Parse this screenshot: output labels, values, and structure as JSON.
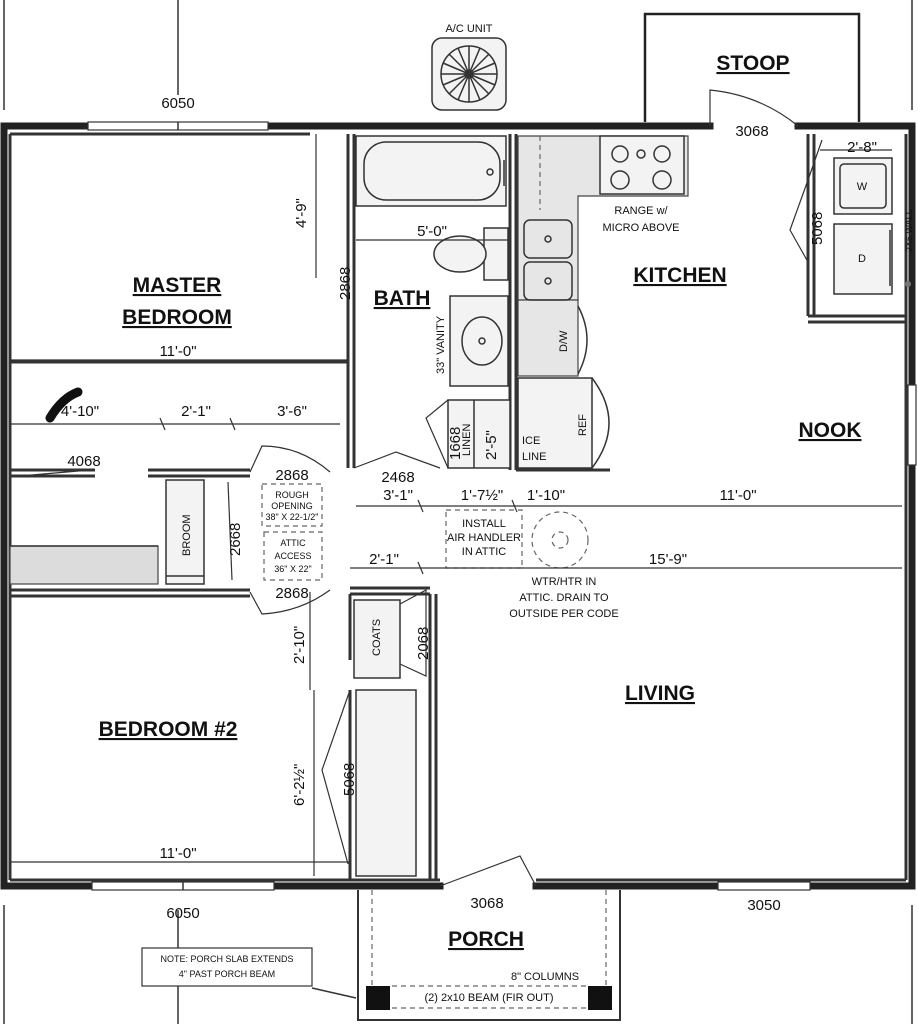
{
  "rooms": {
    "master_bedroom_line1": "MASTER",
    "master_bedroom_line2": "BEDROOM",
    "bath": "BATH",
    "kitchen": "KITCHEN",
    "nook": "NOOK",
    "living": "LIVING",
    "bedroom2": "BEDROOM #2",
    "stoop": "STOOP",
    "porch": "PORCH"
  },
  "labels": {
    "ac_unit": "A/C UNIT",
    "range_line1": "RANGE w/",
    "range_line2": "MICRO ABOVE",
    "vanity": "33\" VANITY",
    "dishwasher": "D/W",
    "refrigerator": "REF",
    "ice_line1": "ICE",
    "ice_line2": "LINE",
    "linen": "LINEN",
    "broom": "BROOM",
    "coats": "COATS",
    "washer": "W",
    "dryer": "D",
    "wall_2x6": "2X6 WALL",
    "rough_opening_1": "ROUGH",
    "rough_opening_2": "OPENING",
    "rough_opening_3": "38\" X 22-1/2\"",
    "attic_access_1": "ATTIC",
    "attic_access_2": "ACCESS",
    "attic_access_3": "36\" X 22\"",
    "air_handler_1": "INSTALL",
    "air_handler_2": "AIR HANDLER",
    "air_handler_3": "IN ATTIC",
    "wtr_htr_1": "WTR/HTR IN",
    "wtr_htr_2": "ATTIC. DRAIN TO",
    "wtr_htr_3": "OUTSIDE PER CODE",
    "note_1": "NOTE: PORCH SLAB EXTENDS",
    "note_2": "4\" PAST PORCH BEAM",
    "columns": "8\" COLUMNS",
    "beam": "(2) 2x10 BEAM (FIR OUT)"
  },
  "dimensions": {
    "window_top_left": "6050",
    "door_stoop": "3068",
    "laundry_width": "2'-8\"",
    "laundry_door": "5068",
    "bath_depth": "4'-9\"",
    "bath_door": "2868",
    "tub_length": "5'-0\"",
    "master_width": "11'-0\"",
    "master_closet_a": "4'-10\"",
    "master_closet_b": "2'-1\"",
    "master_closet_c": "3'-6\"",
    "master_closet_door": "4068",
    "master_door": "2868",
    "bath_entry_door": "2468",
    "linen_door": "1668",
    "linen_width": "2'-5\"",
    "hall_a": "3'-1\"",
    "hall_b": "1'-7½\"",
    "hall_c": "1'-10\"",
    "nook_width": "11'-0\"",
    "broom_door": "2668",
    "hall_d": "2'-1\"",
    "living_width": "15'-9\"",
    "bedroom2_door": "2868",
    "coats_depth": "2'-10\"",
    "coats_door": "2068",
    "bedroom2_closet_door": "5068",
    "bedroom2_closet_len": "6'-2½\"",
    "bedroom2_width": "11'-0\"",
    "window_bottom_left": "6050",
    "door_porch": "3068",
    "window_bottom_right": "3050"
  }
}
